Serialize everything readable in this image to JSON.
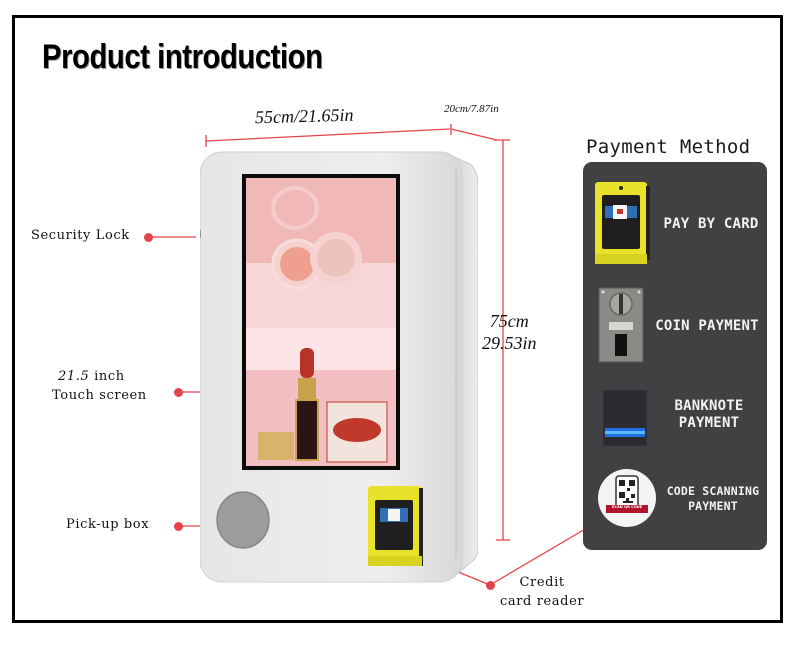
{
  "header": {
    "title": "Product introduction"
  },
  "dimensions": {
    "width": "55cm/21.65in",
    "depth": "20cm/7.87in",
    "height_cm": "75cm",
    "height_in": "29.53in"
  },
  "callouts": {
    "security_lock": "Security Lock",
    "screen_size": "21.5",
    "screen_unit": "inch",
    "screen_label": "Touch screen",
    "pickup_box": "Pick-up box",
    "card_reader_line1": "Credit",
    "card_reader_line2": "card reader"
  },
  "payment": {
    "title": "Payment Method",
    "methods": [
      {
        "icon": "card-reader-icon",
        "lines": [
          "PAY BY CARD"
        ]
      },
      {
        "icon": "coin-mechanism-icon",
        "lines": [
          "COIN PAYMENT"
        ]
      },
      {
        "icon": "banknote-acceptor-icon",
        "lines": [
          "BANKNOTE",
          "PAYMENT"
        ]
      },
      {
        "icon": "qr-code-icon",
        "lines": [
          "CODE SCANNING",
          "PAYMENT"
        ]
      }
    ],
    "qr_badge": "SCAN QR CODE"
  },
  "colors": {
    "accent_red": "#e24449",
    "panel_bg": "#414042",
    "reader_yellow": "#e8e22a",
    "screen_pink": "#f1b8b8"
  }
}
